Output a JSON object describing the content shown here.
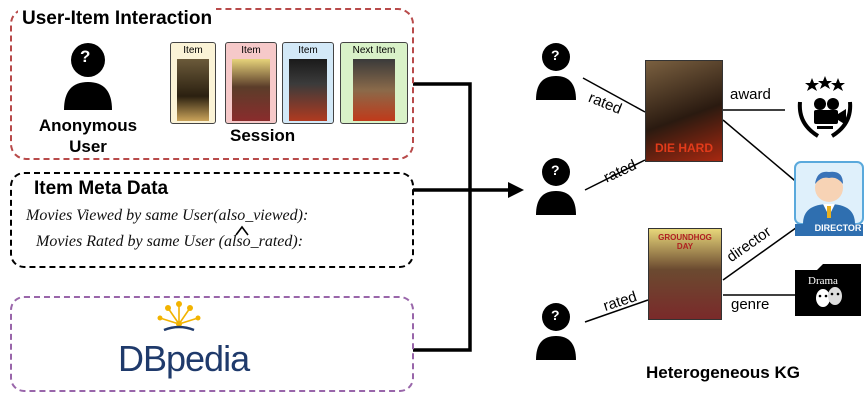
{
  "user_item": {
    "title": "User-Item Interaction",
    "anonymous_user_label": "Anonymous\nUser",
    "session_label": "Session",
    "posters": [
      {
        "label": "Item",
        "bg": "#fbf3d6"
      },
      {
        "label": "Item",
        "bg": "#f6c9c9"
      },
      {
        "label": "Item",
        "bg": "#d3e9f8"
      },
      {
        "label": "Next Item",
        "bg": "#d9f2c8"
      }
    ],
    "border_color": "#b84a4a"
  },
  "meta": {
    "title": "Item Meta Data",
    "line1": "Movies Viewed by same User(also_viewed):",
    "line2": "Movies Rated by same User (also_rated):"
  },
  "dbpedia": {
    "logo_text": "DBpedia",
    "border_color": "#9966aa",
    "logo_color": "#1f3a6b",
    "accent_color": "#f2b300"
  },
  "kg": {
    "caption": "Heterogeneous KG",
    "user_marker": "?",
    "edges": {
      "rated_1": "rated",
      "rated_2": "rated",
      "rated_3": "rated",
      "award": "award",
      "director": "director",
      "genre": "genre"
    },
    "director_badge": "DIRECTOR",
    "genre_tag": "Drama",
    "poster_titles": {
      "die_hard": "DIE HARD",
      "groundhog": "GROUNDHOG DAY"
    }
  },
  "icons": [
    "user-question-icon",
    "movie-poster-icon",
    "award-icon",
    "director-icon",
    "genre-folder-icon",
    "dbpedia-logo-icon"
  ]
}
